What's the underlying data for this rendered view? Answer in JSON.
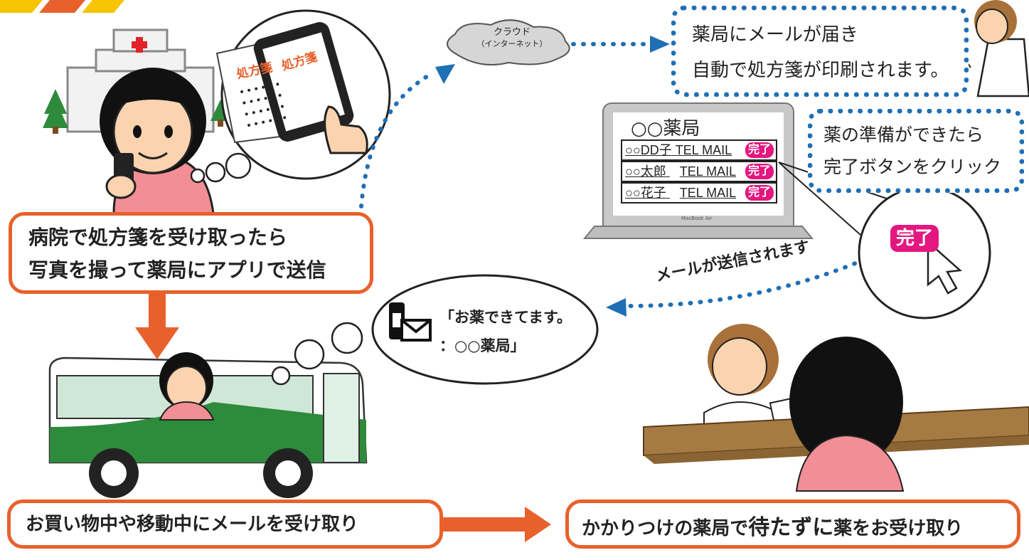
{
  "colors": {
    "orange": "#e8612c",
    "blue": "#1f6fb5",
    "magenta": "#e3177f",
    "bus_green": "#2e8b3c",
    "skin": "#fbd3ae",
    "pink_shirt": "#f28e95"
  },
  "step1": {
    "line1": "病院で処方箋を受け取ったら",
    "line2": "写真を撮って薬局にアプリで送信"
  },
  "step2": {
    "text": "お買い物中や移動中にメールを受け取り"
  },
  "step3": {
    "pre": "かかりつけの薬局で",
    "emph": "待たずに",
    "post": "薬をお受け取り"
  },
  "cloud": {
    "line1": "クラウド",
    "line2": "（インターネット）"
  },
  "pharmacy_mail": {
    "line1": "薬局にメールが届き",
    "line2": "自動で処方箋が印刷されます。"
  },
  "ready_click": {
    "line1": "薬の準備ができたら",
    "line2": "完了ボタンをクリック"
  },
  "mail_sent": "メールが送信されます",
  "message": {
    "line1": "「お薬できてます。",
    "line2": "：○○薬局」"
  },
  "laptop": {
    "title": "○○薬局",
    "rows": [
      {
        "name": "○○DD子",
        "tel": "TEL",
        "mail": "MAIL",
        "done": "完了"
      },
      {
        "name": "○○太郎",
        "tel": "TEL",
        "mail": "MAIL",
        "done": "完了"
      },
      {
        "name": "○○花子",
        "tel": "TEL",
        "mail": "MAIL",
        "done": "完了"
      }
    ],
    "brand": "MacBook Air"
  },
  "zoom_badge": "完了",
  "phone_screen": {
    "paper1": "処方箋",
    "paper2": "処方箋"
  },
  "icons": [
    "hospital-icon",
    "tree-icon",
    "smartphone-icon",
    "cloud-icon",
    "envelope-icon",
    "phone-icon",
    "cursor-icon",
    "bus-icon",
    "laptop-icon"
  ]
}
